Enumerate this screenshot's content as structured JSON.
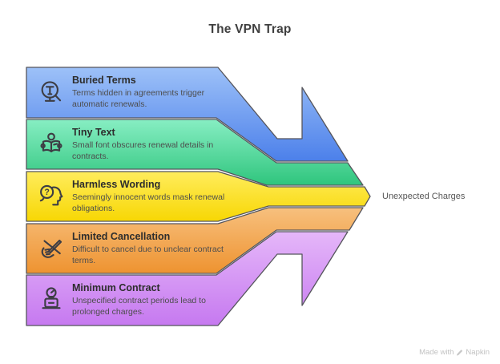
{
  "page": {
    "title": "The VPN Trap"
  },
  "diagram": {
    "type": "convergence-funnel-arrow",
    "stroke_color": "#55555c",
    "items": [
      {
        "title": "Buried Terms",
        "description": "Terms hidden in agreements trigger automatic renewals.",
        "icon": "magnifier-terms-icon",
        "color_top": "#9DC1F8",
        "color_bottom": "#4C80EA"
      },
      {
        "title": "Tiny Text",
        "description": "Small font obscures renewal details in contracts.",
        "icon": "person-reading-icon",
        "color_top": "#87EEC3",
        "color_bottom": "#2FC57D"
      },
      {
        "title": "Harmless Wording",
        "description": "Seemingly innocent words mask renewal obligations.",
        "icon": "head-question-icon",
        "color_top": "#FFEC5C",
        "color_bottom": "#F7D704"
      },
      {
        "title": "Limited Cancellation",
        "description": "Difficult to cancel due to unclear contract terms.",
        "icon": "hand-pen-crossed-icon",
        "color_top": "#F7C07E",
        "color_bottom": "#EE9330"
      },
      {
        "title": "Minimum Contract",
        "description": "Unspecified contract periods lead to prolonged charges.",
        "icon": "clock-briefcase-icon",
        "color_top": "#E5B7F9",
        "color_bottom": "#C679F0"
      }
    ],
    "outcome_label": "Unexpected Charges"
  },
  "footer": {
    "made_with": "Made with",
    "brand": "Napkin"
  }
}
